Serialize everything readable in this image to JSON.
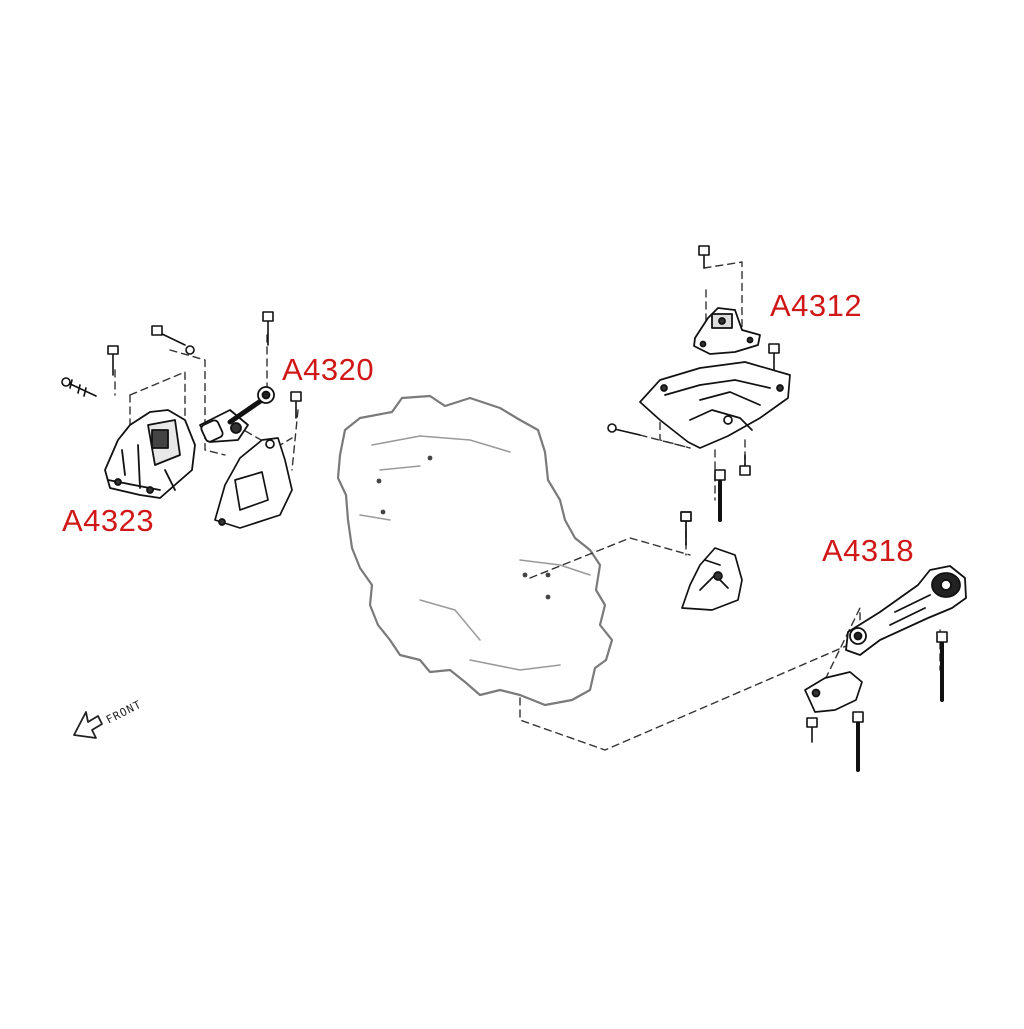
{
  "diagram": {
    "colors": {
      "label": "#d01818",
      "line": "#222222",
      "engine": "#777777",
      "part": "#111111"
    },
    "part_labels": {
      "a4323": "A4323",
      "a4320": "A4320",
      "a4312": "A4312",
      "a4318": "A4318"
    },
    "direction_label": "FRONT",
    "icons": {
      "direction": "front-arrow-icon"
    }
  }
}
